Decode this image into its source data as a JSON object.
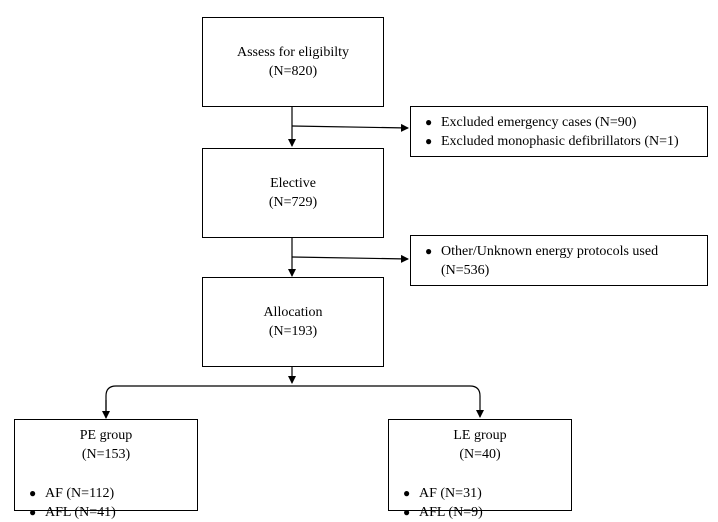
{
  "eligibility": {
    "title": "Assess for eligibilty",
    "count": "(N=820)"
  },
  "exclusion": {
    "items": [
      "Excluded emergency cases (N=90)",
      "Excluded monophasic defibrillators (N=1)"
    ]
  },
  "elective": {
    "title": "Elective",
    "count": "(N=729)"
  },
  "other": {
    "line1": "Other/Unknown energy protocols used",
    "line2": "(N=536)"
  },
  "allocation": {
    "title": "Allocation",
    "count": "(N=193)"
  },
  "pe_group": {
    "title": "PE group",
    "count": "(N=153)",
    "items": [
      "AF (N=112)",
      "AFL (N=41)"
    ]
  },
  "le_group": {
    "title": "LE group",
    "count": "(N=40)",
    "items": [
      "AF (N=31)",
      "AFL (N=9)"
    ]
  }
}
